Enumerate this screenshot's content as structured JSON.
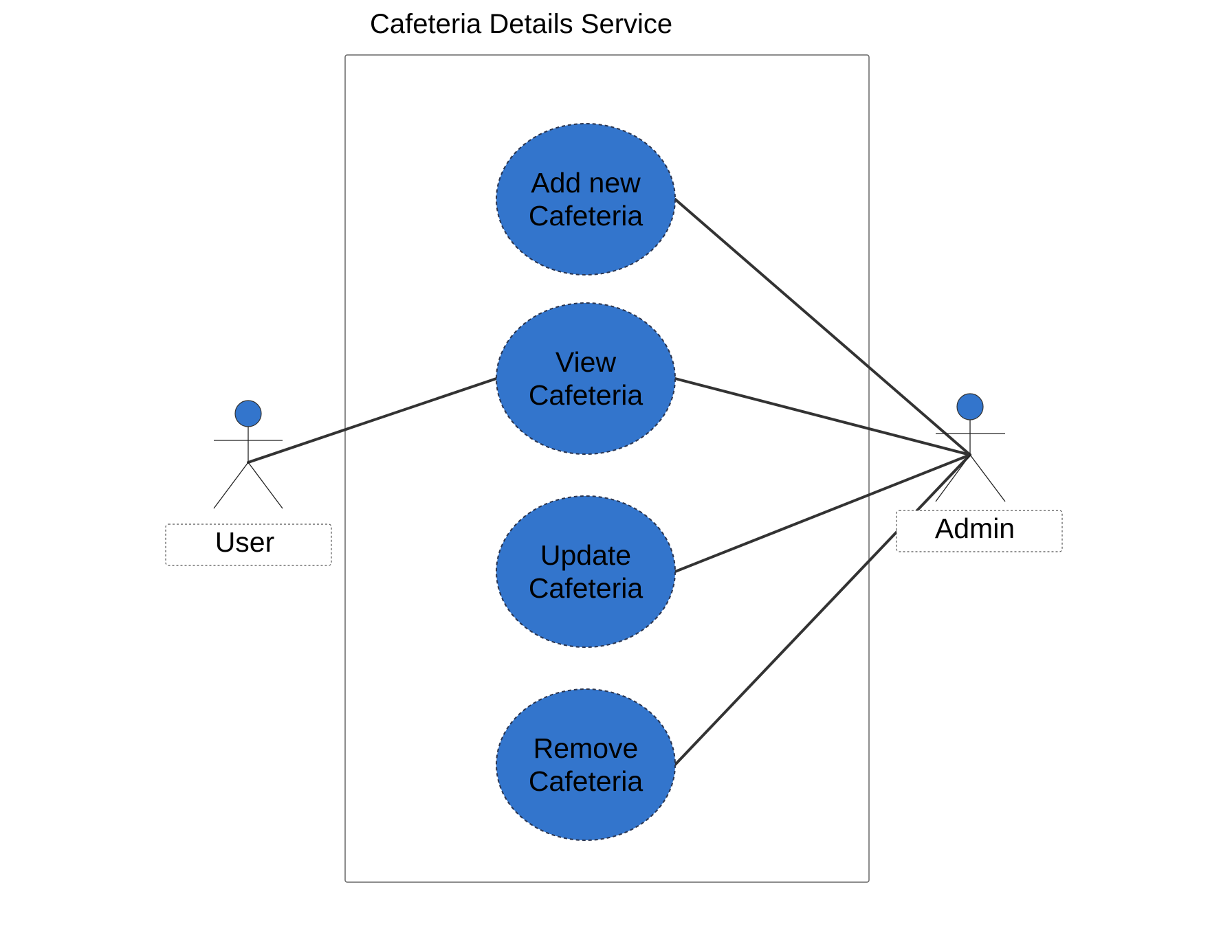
{
  "diagram": {
    "title": "Cafeteria Details Service",
    "colors": {
      "use_case_fill": "#3375cc",
      "use_case_stroke": "#2a3550",
      "actor_head_fill": "#3375cc",
      "line": "#333333",
      "boundary": "#666666"
    },
    "use_cases": [
      {
        "id": "add",
        "line1": "Add new",
        "line2": "Cafeteria"
      },
      {
        "id": "view",
        "line1": "View",
        "line2": "Cafeteria"
      },
      {
        "id": "update",
        "line1": "Update",
        "line2": "Cafeteria"
      },
      {
        "id": "remove",
        "line1": "Remove",
        "line2": "Cafeteria"
      }
    ],
    "actors": [
      {
        "id": "user",
        "label": "User"
      },
      {
        "id": "admin",
        "label": "Admin"
      }
    ],
    "associations": [
      {
        "actor": "user",
        "use_case": "view"
      },
      {
        "actor": "admin",
        "use_case": "add"
      },
      {
        "actor": "admin",
        "use_case": "view"
      },
      {
        "actor": "admin",
        "use_case": "update"
      },
      {
        "actor": "admin",
        "use_case": "remove"
      }
    ]
  }
}
